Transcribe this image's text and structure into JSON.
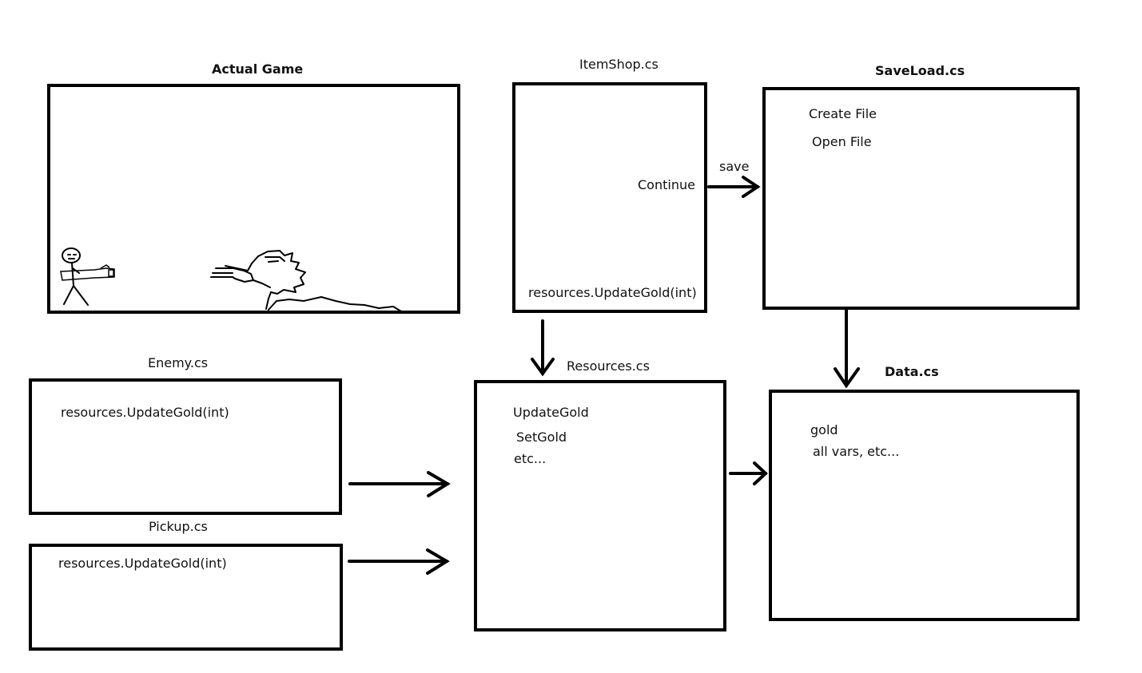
{
  "titles": {
    "actual_game": "Actual Game",
    "item_shop": "ItemShop.cs",
    "save_load": "SaveLoad.cs",
    "enemy": "Enemy.cs",
    "resources": "Resources.cs",
    "data": "Data.cs",
    "pickup": "Pickup.cs"
  },
  "item_shop": {
    "continue": "Continue",
    "update_call": "resources.UpdateGold(int)"
  },
  "arrows": {
    "save": "save"
  },
  "save_load": {
    "create_file": "Create File",
    "open_file": "Open File"
  },
  "enemy": {
    "update_call": "resources.UpdateGold(int)"
  },
  "pickup": {
    "update_call": "resources.UpdateGold(int)"
  },
  "resources": {
    "update_gold": "UpdateGold",
    "set_gold": "SetGold",
    "etc": "etc..."
  },
  "data": {
    "gold": "gold",
    "all_vars": "all vars, etc..."
  }
}
